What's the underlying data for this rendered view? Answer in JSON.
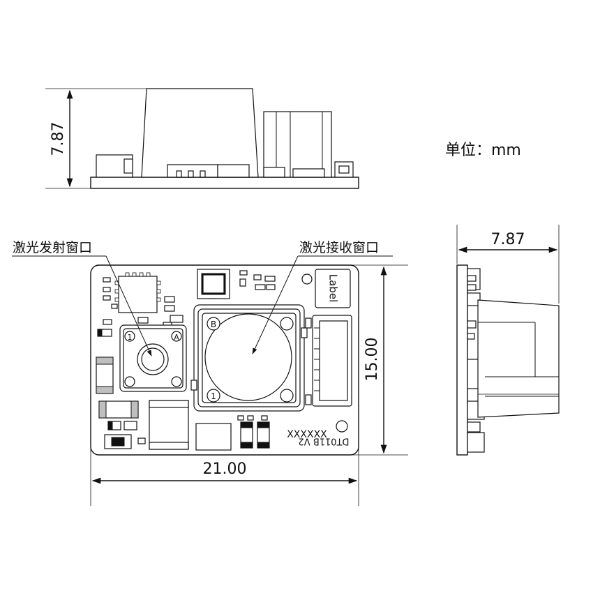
{
  "unit_label": "单位：mm",
  "dimensions": {
    "top_view_height": "7.87",
    "side_view_width": "7.87",
    "board_width": "21.00",
    "board_height": "15.00"
  },
  "callouts": {
    "emitter": "激光发射窗口",
    "receiver": "激光接收窗口"
  },
  "board_text": {
    "label": "Label",
    "placeholder": "XXXXXX",
    "model": "DT011B V2",
    "receiver_mark_top": "B",
    "receiver_mark_bottom": "1",
    "emitter_mark_left": "1",
    "emitter_mark_right": "A"
  }
}
